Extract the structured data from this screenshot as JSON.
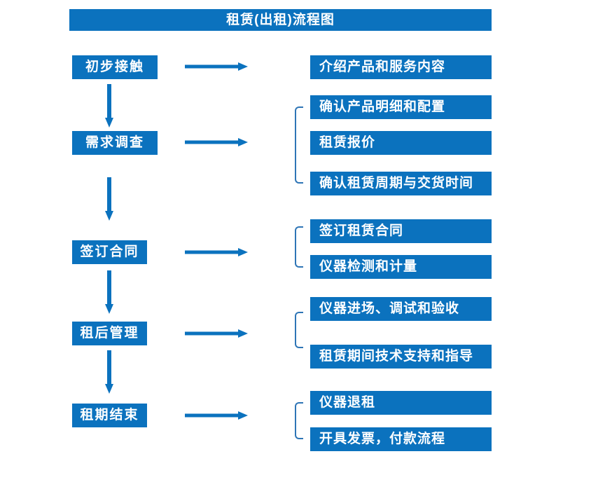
{
  "title": "租赁(出租)流程图",
  "colors": {
    "primary_blue": "#0B72BE",
    "bracket_blue": "#2E75B6",
    "box_text": "#FFFFFF",
    "background": "#FFFFFF"
  },
  "stages": [
    {
      "label": "初步接触",
      "details": [
        "介绍产品和服务内容"
      ]
    },
    {
      "label": "需求调查",
      "details": [
        "确认产品明细和配置",
        "租赁报价",
        "确认租赁周期与交货时间"
      ]
    },
    {
      "label": "签订合同",
      "details": [
        "签订租赁合同",
        "仪器检测和计量"
      ]
    },
    {
      "label": "租后管理",
      "details": [
        "仪器进场、调试和验收",
        "租赁期间技术支持和指导"
      ]
    },
    {
      "label": "租期结束",
      "details": [
        "仪器退租",
        "开具发票，付款流程"
      ]
    }
  ]
}
